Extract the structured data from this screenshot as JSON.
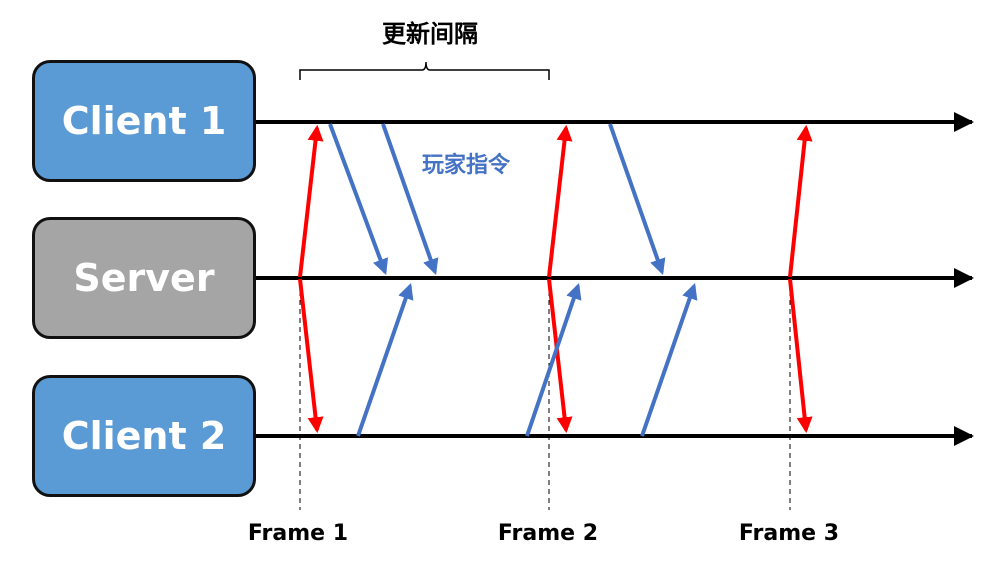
{
  "lanes": {
    "client1": "Client 1",
    "server": "Server",
    "client2": "Client 2"
  },
  "labels": {
    "update_interval": "更新间隔",
    "player_commands": "玩家指令"
  },
  "frames": [
    "Frame 1",
    "Frame 2",
    "Frame 3"
  ],
  "colors": {
    "client_box": "#5b9bd5",
    "server_box": "#a5a5a5",
    "sync_arrow": "#ff0000",
    "command_arrow": "#4472c4",
    "timeline": "#000000"
  }
}
